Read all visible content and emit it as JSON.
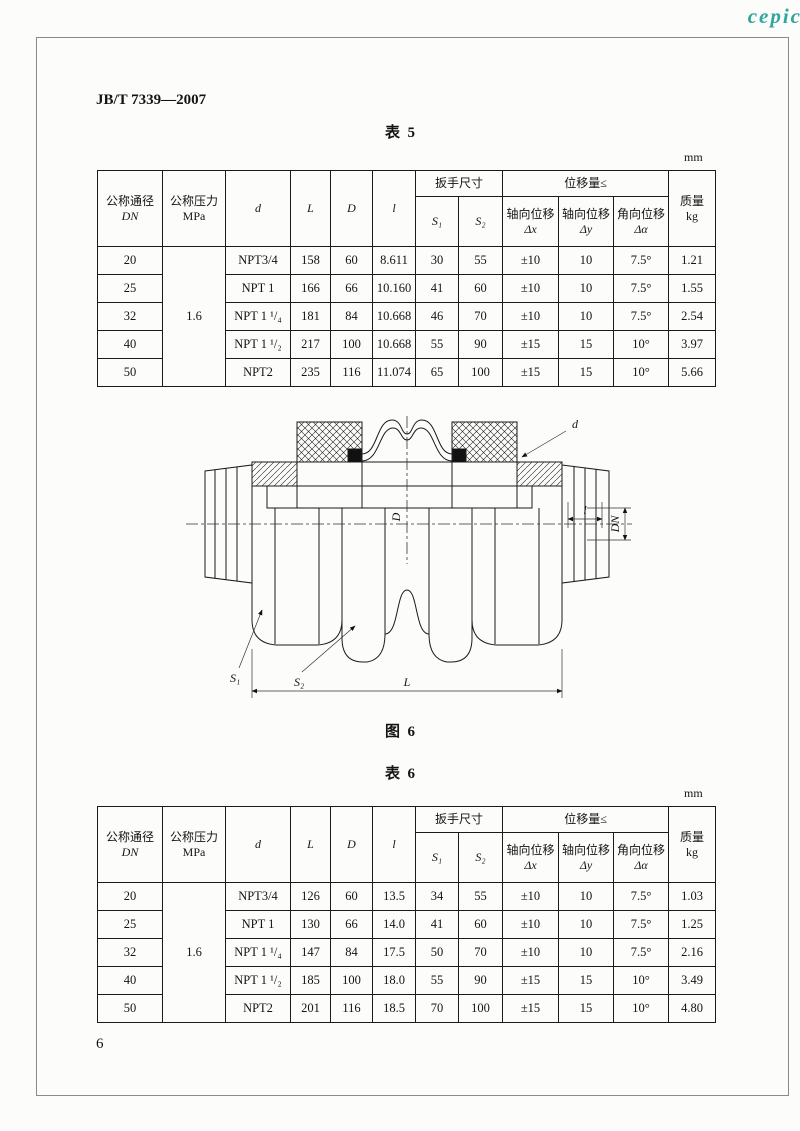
{
  "page": {
    "watermark": "cepic",
    "watermark_color": "#2fa69e",
    "doc_number": "JB/T 7339—2007",
    "unit_label": "mm",
    "page_number": "6"
  },
  "headers": {
    "dn_line1": "公称通径",
    "dn_line2": "DN",
    "pn_line1": "公称压力",
    "pn_line2": "MPa",
    "d": "d",
    "L": "L",
    "D": "D",
    "l": "l",
    "wrench_group": "扳手尺寸",
    "s1": "S₁",
    "s2": "S₂",
    "disp_group": "位移量≤",
    "ax_line1": "轴向位移",
    "ax_line2": "Δx",
    "ay_line1": "轴向位移",
    "ay_line2": "Δy",
    "aa_line1": "角向位移",
    "aa_line2": "Δα",
    "mass_line1": "质量",
    "mass_line2": "kg"
  },
  "table5": {
    "caption": "表  5",
    "pressure_value": "1.6",
    "rows": [
      {
        "dn": "20",
        "d": "NPT3/4",
        "L": "158",
        "D": "60",
        "l": "8.611",
        "s1": "30",
        "s2": "55",
        "dx": "±10",
        "dy": "10",
        "da": "7.5°",
        "kg": "1.21"
      },
      {
        "dn": "25",
        "d": "NPT 1",
        "L": "166",
        "D": "66",
        "l": "10.160",
        "s1": "41",
        "s2": "60",
        "dx": "±10",
        "dy": "10",
        "da": "7.5°",
        "kg": "1.55"
      },
      {
        "dn": "32",
        "d": "NPT 1 ¹/₄",
        "L": "181",
        "D": "84",
        "l": "10.668",
        "s1": "46",
        "s2": "70",
        "dx": "±10",
        "dy": "10",
        "da": "7.5°",
        "kg": "2.54"
      },
      {
        "dn": "40",
        "d": "NPT 1 ¹/₂",
        "L": "217",
        "D": "100",
        "l": "10.668",
        "s1": "55",
        "s2": "90",
        "dx": "±15",
        "dy": "15",
        "da": "10°",
        "kg": "3.97"
      },
      {
        "dn": "50",
        "d": "NPT2",
        "L": "235",
        "D": "116",
        "l": "11.074",
        "s1": "65",
        "s2": "100",
        "dx": "±15",
        "dy": "15",
        "da": "10°",
        "kg": "5.66"
      }
    ]
  },
  "figure": {
    "caption": "图  6",
    "labels": {
      "d": "d",
      "l": "l",
      "dn": "DN",
      "D": "D",
      "s1": "S₁",
      "s2": "S₂",
      "L": "L"
    }
  },
  "table6": {
    "caption": "表  6",
    "pressure_value": "1.6",
    "rows": [
      {
        "dn": "20",
        "d": "NPT3/4",
        "L": "126",
        "D": "60",
        "l": "13.5",
        "s1": "34",
        "s2": "55",
        "dx": "±10",
        "dy": "10",
        "da": "7.5°",
        "kg": "1.03"
      },
      {
        "dn": "25",
        "d": "NPT 1",
        "L": "130",
        "D": "66",
        "l": "14.0",
        "s1": "41",
        "s2": "60",
        "dx": "±10",
        "dy": "10",
        "da": "7.5°",
        "kg": "1.25"
      },
      {
        "dn": "32",
        "d": "NPT 1 ¹/₄",
        "L": "147",
        "D": "84",
        "l": "17.5",
        "s1": "50",
        "s2": "70",
        "dx": "±10",
        "dy": "10",
        "da": "7.5°",
        "kg": "2.16"
      },
      {
        "dn": "40",
        "d": "NPT 1 ¹/₂",
        "L": "185",
        "D": "100",
        "l": "18.0",
        "s1": "55",
        "s2": "90",
        "dx": "±15",
        "dy": "15",
        "da": "10°",
        "kg": "3.49"
      },
      {
        "dn": "50",
        "d": "NPT2",
        "L": "201",
        "D": "116",
        "l": "18.5",
        "s1": "70",
        "s2": "100",
        "dx": "±15",
        "dy": "15",
        "da": "10°",
        "kg": "4.80"
      }
    ]
  }
}
